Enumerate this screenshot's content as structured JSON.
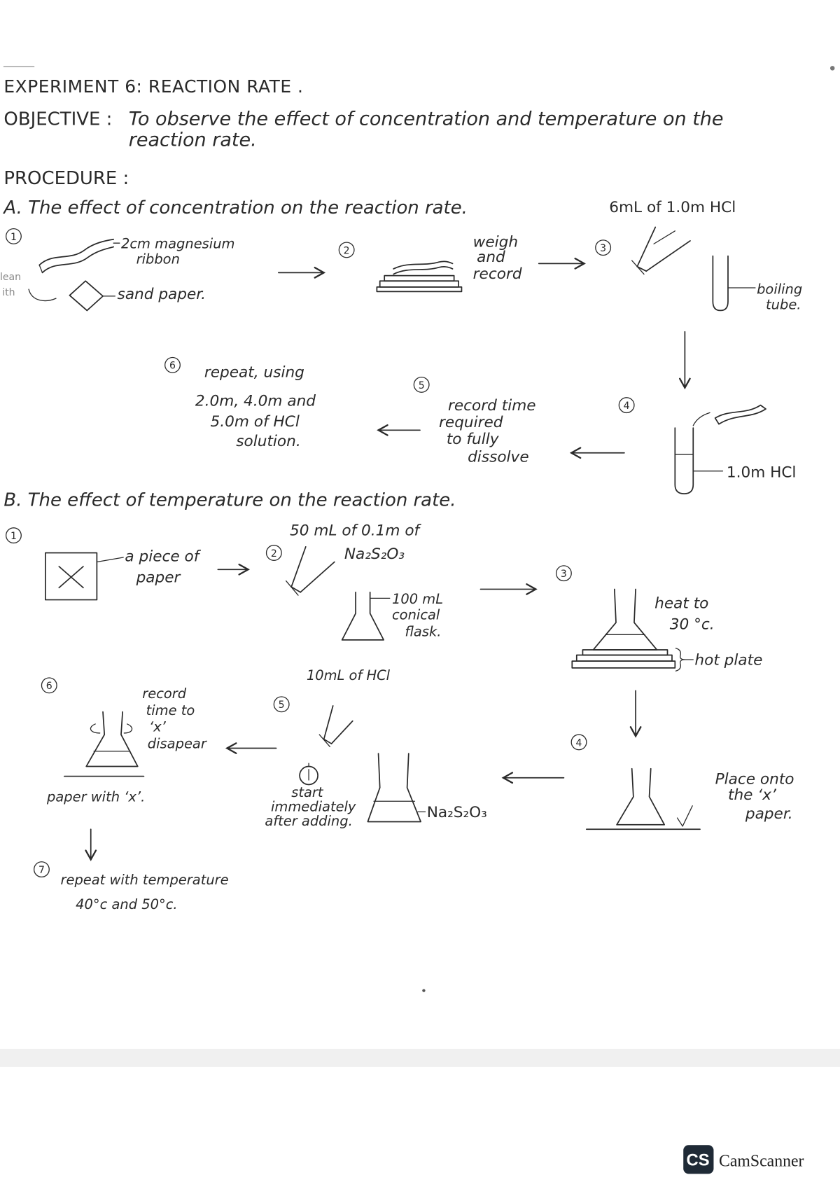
{
  "document": {
    "title": "EXPERIMENT 6: REACTION RATE .",
    "objective_label": "OBJECTIVE :",
    "objective_lines": [
      "To observe the effect of concentration and temperature on the",
      "reaction rate."
    ],
    "procedure_label": "PROCEDURE :"
  },
  "part_a": {
    "heading": "A. The effect of concentration on the reaction rate.",
    "step1": {
      "number": "1",
      "ribbon_label": [
        "2cm magnesium",
        "ribbon"
      ],
      "clean_note": [
        "lean",
        "ith"
      ],
      "paper_label": "sand paper."
    },
    "step2": {
      "number": "2",
      "label": [
        "weigh",
        "and",
        "record"
      ]
    },
    "step3": {
      "number": "3",
      "reagent": "6mL of 1.0m HCl",
      "tube_label": [
        "boiling",
        "tube."
      ]
    },
    "step4": {
      "number": "4",
      "tube_label": "1.0m HCl"
    },
    "step5": {
      "number": "5",
      "label": [
        "record time",
        "required",
        "to fully",
        "dissolve"
      ]
    },
    "step6": {
      "number": "6",
      "label": [
        "repeat, using",
        "2.0m, 4.0m and",
        "5.0m of HCl",
        "solution."
      ]
    }
  },
  "part_b": {
    "heading": "B. The effect of temperature on the reaction rate.",
    "step1": {
      "number": "1",
      "label": [
        "a piece of",
        "paper"
      ]
    },
    "step2": {
      "number": "2",
      "reagent": [
        "50 mL of 0.1m of",
        "Na₂S₂O₃"
      ],
      "flask_label": [
        "100 mL",
        "conical",
        "flask."
      ]
    },
    "step3": {
      "number": "3",
      "label": [
        "heat to",
        "30 °c."
      ],
      "plate_label": "hot plate"
    },
    "step4": {
      "number": "4",
      "label": [
        "Place onto",
        "the ‘x’",
        "paper."
      ]
    },
    "step5": {
      "number": "5",
      "reagent": "10mL of HCl",
      "label": [
        "start",
        "immediately",
        "after adding."
      ],
      "flask_label": "Na₂S₂O₃"
    },
    "step6": {
      "number": "6",
      "label": [
        "record",
        "time to",
        "‘x’",
        "disapear"
      ],
      "paper_label": "paper with ‘x’."
    },
    "step7": {
      "number": "7",
      "label": [
        "repeat with temperature",
        "40°c and 50°c."
      ]
    }
  },
  "scanner_badge": {
    "logo": "CS",
    "name": "CamScanner"
  },
  "colors": {
    "ink": "#2a2a2a",
    "paper": "#ffffff",
    "badge": "#1f2a36"
  }
}
